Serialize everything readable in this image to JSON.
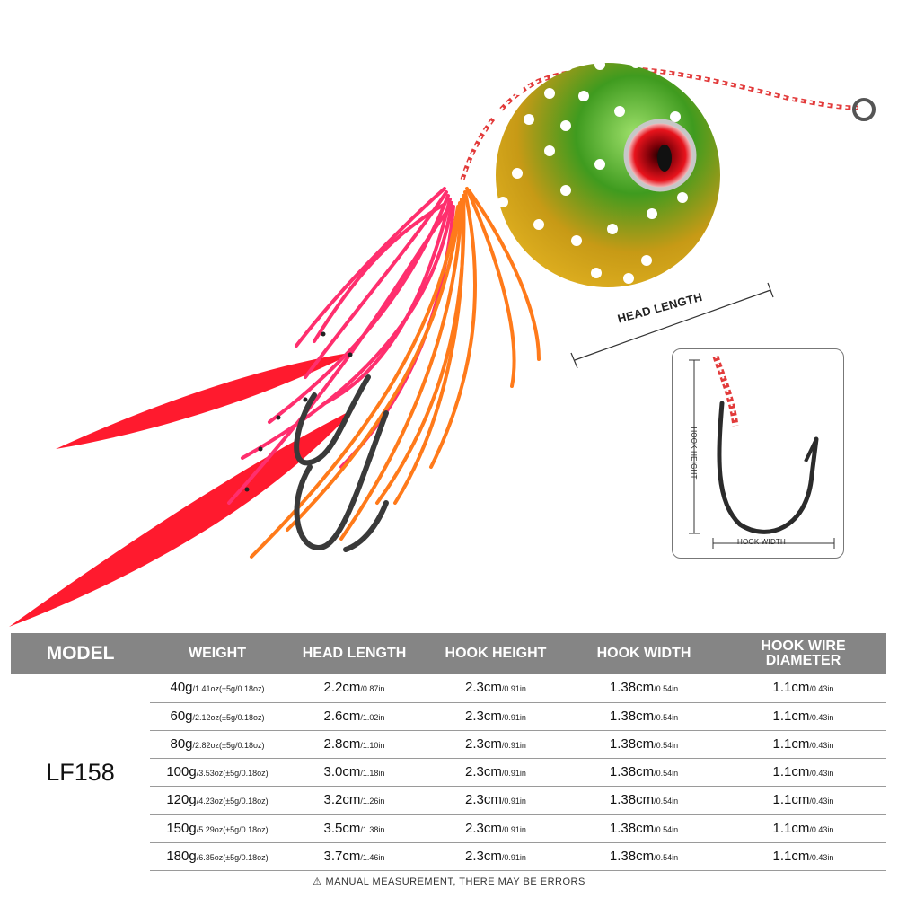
{
  "labels": {
    "head_length": "HEAD LENGTH",
    "hook_height": "HOOK HEIGHT",
    "hook_width": "HOOK WIDTH"
  },
  "table": {
    "headers": {
      "model": "MODEL",
      "weight": "WEIGHT",
      "head_length": "HEAD LENGTH",
      "hook_height": "HOOK HEIGHT",
      "hook_width": "HOOK WIDTH",
      "wire_line1": "HOOK WIRE",
      "wire_line2": "DIAMETER"
    },
    "model": "LF158",
    "rows": [
      {
        "weight": "40g",
        "weight_sub": "/1.41oz(±5g/0.18oz)",
        "head": "2.2cm",
        "head_sub": "/0.87in",
        "hh": "2.3cm",
        "hh_sub": "/0.91in",
        "hw": "1.38cm",
        "hw_sub": "/0.54in",
        "wd": "1.1cm",
        "wd_sub": "/0.43in"
      },
      {
        "weight": "60g",
        "weight_sub": "/2.12oz(±5g/0.18oz)",
        "head": "2.6cm",
        "head_sub": "/1.02in",
        "hh": "2.3cm",
        "hh_sub": "/0.91in",
        "hw": "1.38cm",
        "hw_sub": "/0.54in",
        "wd": "1.1cm",
        "wd_sub": "/0.43in"
      },
      {
        "weight": "80g",
        "weight_sub": "/2.82oz(±5g/0.18oz)",
        "head": "2.8cm",
        "head_sub": "/1.10in",
        "hh": "2.3cm",
        "hh_sub": "/0.91in",
        "hw": "1.38cm",
        "hw_sub": "/0.54in",
        "wd": "1.1cm",
        "wd_sub": "/0.43in"
      },
      {
        "weight": "100g",
        "weight_sub": "/3.53oz(±5g/0.18oz)",
        "head": "3.0cm",
        "head_sub": "/1.18in",
        "hh": "2.3cm",
        "hh_sub": "/0.91in",
        "hw": "1.38cm",
        "hw_sub": "/0.54in",
        "wd": "1.1cm",
        "wd_sub": "/0.43in"
      },
      {
        "weight": "120g",
        "weight_sub": "/4.23oz(±5g/0.18oz)",
        "head": "3.2cm",
        "head_sub": "/1.26in",
        "hh": "2.3cm",
        "hh_sub": "/0.91in",
        "hw": "1.38cm",
        "hw_sub": "/0.54in",
        "wd": "1.1cm",
        "wd_sub": "/0.43in"
      },
      {
        "weight": "150g",
        "weight_sub": "/5.29oz(±5g/0.18oz)",
        "head": "3.5cm",
        "head_sub": "/1.38in",
        "hh": "2.3cm",
        "hh_sub": "/0.91in",
        "hw": "1.38cm",
        "hw_sub": "/0.54in",
        "wd": "1.1cm",
        "wd_sub": "/0.43in"
      },
      {
        "weight": "180g",
        "weight_sub": "/6.35oz(±5g/0.18oz)",
        "head": "3.7cm",
        "head_sub": "/1.46in",
        "hh": "2.3cm",
        "hh_sub": "/0.91in",
        "hw": "1.38cm",
        "hw_sub": "/0.54in",
        "wd": "1.1cm",
        "wd_sub": "/0.43in"
      }
    ]
  },
  "footer": {
    "icon": "warning-triangle-icon",
    "note": "MANUAL MEASUREMENT, THERE MAY BE ERRORS"
  },
  "colors": {
    "header_bg": "#858585",
    "head_green": "#3f9b1f",
    "head_gold": "#d9a21a",
    "skirt_pink": "#ff2f6e",
    "skirt_orange": "#ff7a1a",
    "tail_red": "#ff1a2e",
    "eye_red": "#e8131c"
  }
}
